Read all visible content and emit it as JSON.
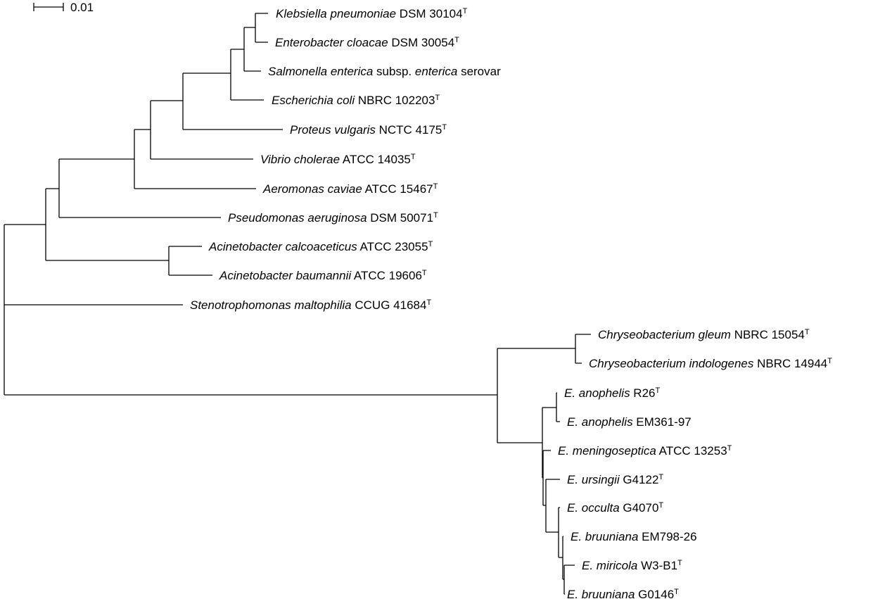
{
  "scale_bar": {
    "label": "0.01"
  },
  "taxa": [
    {
      "italic": "Klebsiella pneumoniae",
      "rest": " DSM 30104",
      "type_strain": "T"
    },
    {
      "italic": "Enterobacter cloacae",
      "rest": " DSM 30054",
      "type_strain": "T"
    },
    {
      "italic": "Salmonella enterica",
      "rest": " subsp. ",
      "italic2": "enterica",
      "rest2": " serovar",
      "type_strain": ""
    },
    {
      "italic": "Escherichia coli",
      "rest": " NBRC 102203",
      "type_strain": "T"
    },
    {
      "italic": "Proteus vulgaris",
      "rest": " NCTC 4175",
      "type_strain": "T"
    },
    {
      "italic": "Vibrio cholerae",
      "rest": " ATCC 14035",
      "type_strain": "T"
    },
    {
      "italic": "Aeromonas caviae",
      "rest": " ATCC 15467",
      "type_strain": "T"
    },
    {
      "italic": "Pseudomonas aeruginosa",
      "rest": " DSM 50071",
      "type_strain": "T"
    },
    {
      "italic": "Acinetobacter calcoaceticus",
      "rest": " ATCC 23055",
      "type_strain": "T"
    },
    {
      "italic": "Acinetobacter baumannii",
      "rest": " ATCC 19606",
      "type_strain": "T"
    },
    {
      "italic": "Stenotrophomonas maltophilia",
      "rest": " CCUG 41684",
      "type_strain": "T"
    },
    {
      "italic": "Chryseobacterium gleum",
      "rest": " NBRC 15054",
      "type_strain": "T"
    },
    {
      "italic": "Chryseobacterium indologenes",
      "rest": " NBRC 14944",
      "type_strain": "T"
    },
    {
      "prefix": "E.",
      "italic": " anophelis",
      "rest": " R26",
      "type_strain": "T"
    },
    {
      "prefix": "E.",
      "italic": " anophelis",
      "rest": " EM361-97",
      "type_strain": ""
    },
    {
      "prefix": "E.",
      "italic": " meningoseptica",
      "rest": " ATCC 13253",
      "type_strain": "T"
    },
    {
      "prefix": "E.",
      "italic": " ursingii",
      "rest": " G4122",
      "type_strain": "T"
    },
    {
      "prefix": "E.",
      "italic": " occulta",
      "rest": " G4070",
      "type_strain": "T"
    },
    {
      "prefix": "E.",
      "italic": " bruuniana",
      "rest": " EM798-26",
      "type_strain": ""
    },
    {
      "prefix": "E.",
      "italic": " miricola",
      "rest": " W3-B1",
      "type_strain": "T"
    },
    {
      "prefix": "E.",
      "italic": " bruuniana",
      "rest": " G0146",
      "type_strain": "T"
    }
  ]
}
